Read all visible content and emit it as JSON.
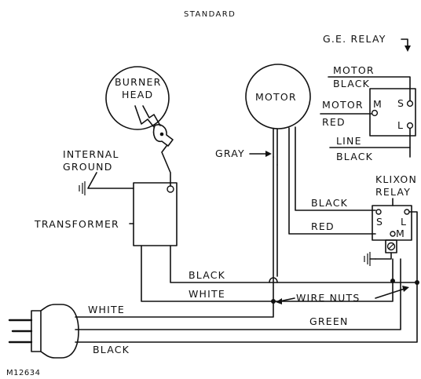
{
  "diagram": {
    "title": "STANDARD",
    "figure_id": "M12634",
    "components": {
      "burner_head": "BURNER\nHEAD",
      "burner_head_line1": "BURNER",
      "burner_head_line2": "HEAD",
      "motor": "MOTOR",
      "transformer": "TRANSFORMER",
      "internal_ground_line1": "INTERNAL",
      "internal_ground_line2": "GROUND",
      "ge_relay": "G.E. RELAY",
      "klixon_line1": "KLIXON",
      "klixon_line2": "RELAY",
      "wire_nuts": "WIRE NUTS"
    },
    "relay_terminals": {
      "ge_m": "M",
      "ge_s": "S",
      "ge_l": "L",
      "kl_s": "S",
      "kl_l": "L",
      "kl_m": "M"
    },
    "wire_labels": {
      "gray": "GRAY",
      "motor_black_1": "MOTOR",
      "motor_black_2": "BLACK",
      "motor_red_1": "MOTOR",
      "motor_red_2": "RED",
      "line_black_1": "LINE",
      "line_black_2": "BLACK",
      "klixon_black": "BLACK",
      "klixon_red": "RED",
      "transformer_black": "BLACK",
      "transformer_white": "WHITE",
      "cord_white": "WHITE",
      "cord_green": "GREEN",
      "cord_black": "BLACK"
    }
  }
}
